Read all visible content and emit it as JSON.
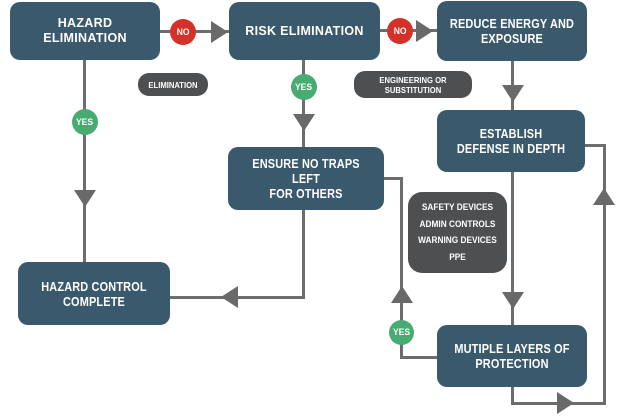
{
  "diagram_type": "flowchart",
  "colors": {
    "node_fill": "#3a596c",
    "pill_fill": "#4e4f51",
    "connector": "#6d6d6d",
    "no_badge": "#d43229",
    "yes_badge": "#47ab72",
    "text": "#ffffff",
    "background": "#ffffff"
  },
  "nodes": {
    "hazard_elimination": {
      "lines": [
        "HAZARD",
        "ELIMINATION"
      ]
    },
    "risk_elimination": {
      "lines": [
        "RISK ELIMINATION"
      ]
    },
    "reduce_energy": {
      "lines": [
        "REDUCE ENERGY AND",
        "EXPOSURE"
      ]
    },
    "establish_defense": {
      "lines": [
        "ESTABLISH",
        "DEFENSE IN DEPTH"
      ]
    },
    "ensure_no_traps": {
      "lines": [
        "ENSURE NO TRAPS LEFT",
        "FOR OTHERS"
      ]
    },
    "hazard_control_complete": {
      "lines": [
        "HAZARD CONTROL",
        "COMPLETE"
      ]
    },
    "multiple_layers": {
      "lines": [
        "MUTIPLE LAYERS OF",
        "PROTECTION"
      ]
    }
  },
  "pills": {
    "elimination": {
      "lines": [
        "ELIMINATION"
      ]
    },
    "engineering": {
      "lines": [
        "ENGINEERING OR",
        "SUBSTITUTION"
      ]
    },
    "safety_items": [
      "SAFETY DEVICES",
      "ADMIN CONTROLS",
      "WARNING DEVICES",
      "PPE"
    ]
  },
  "badges": {
    "no": "NO",
    "yes": "YES"
  }
}
